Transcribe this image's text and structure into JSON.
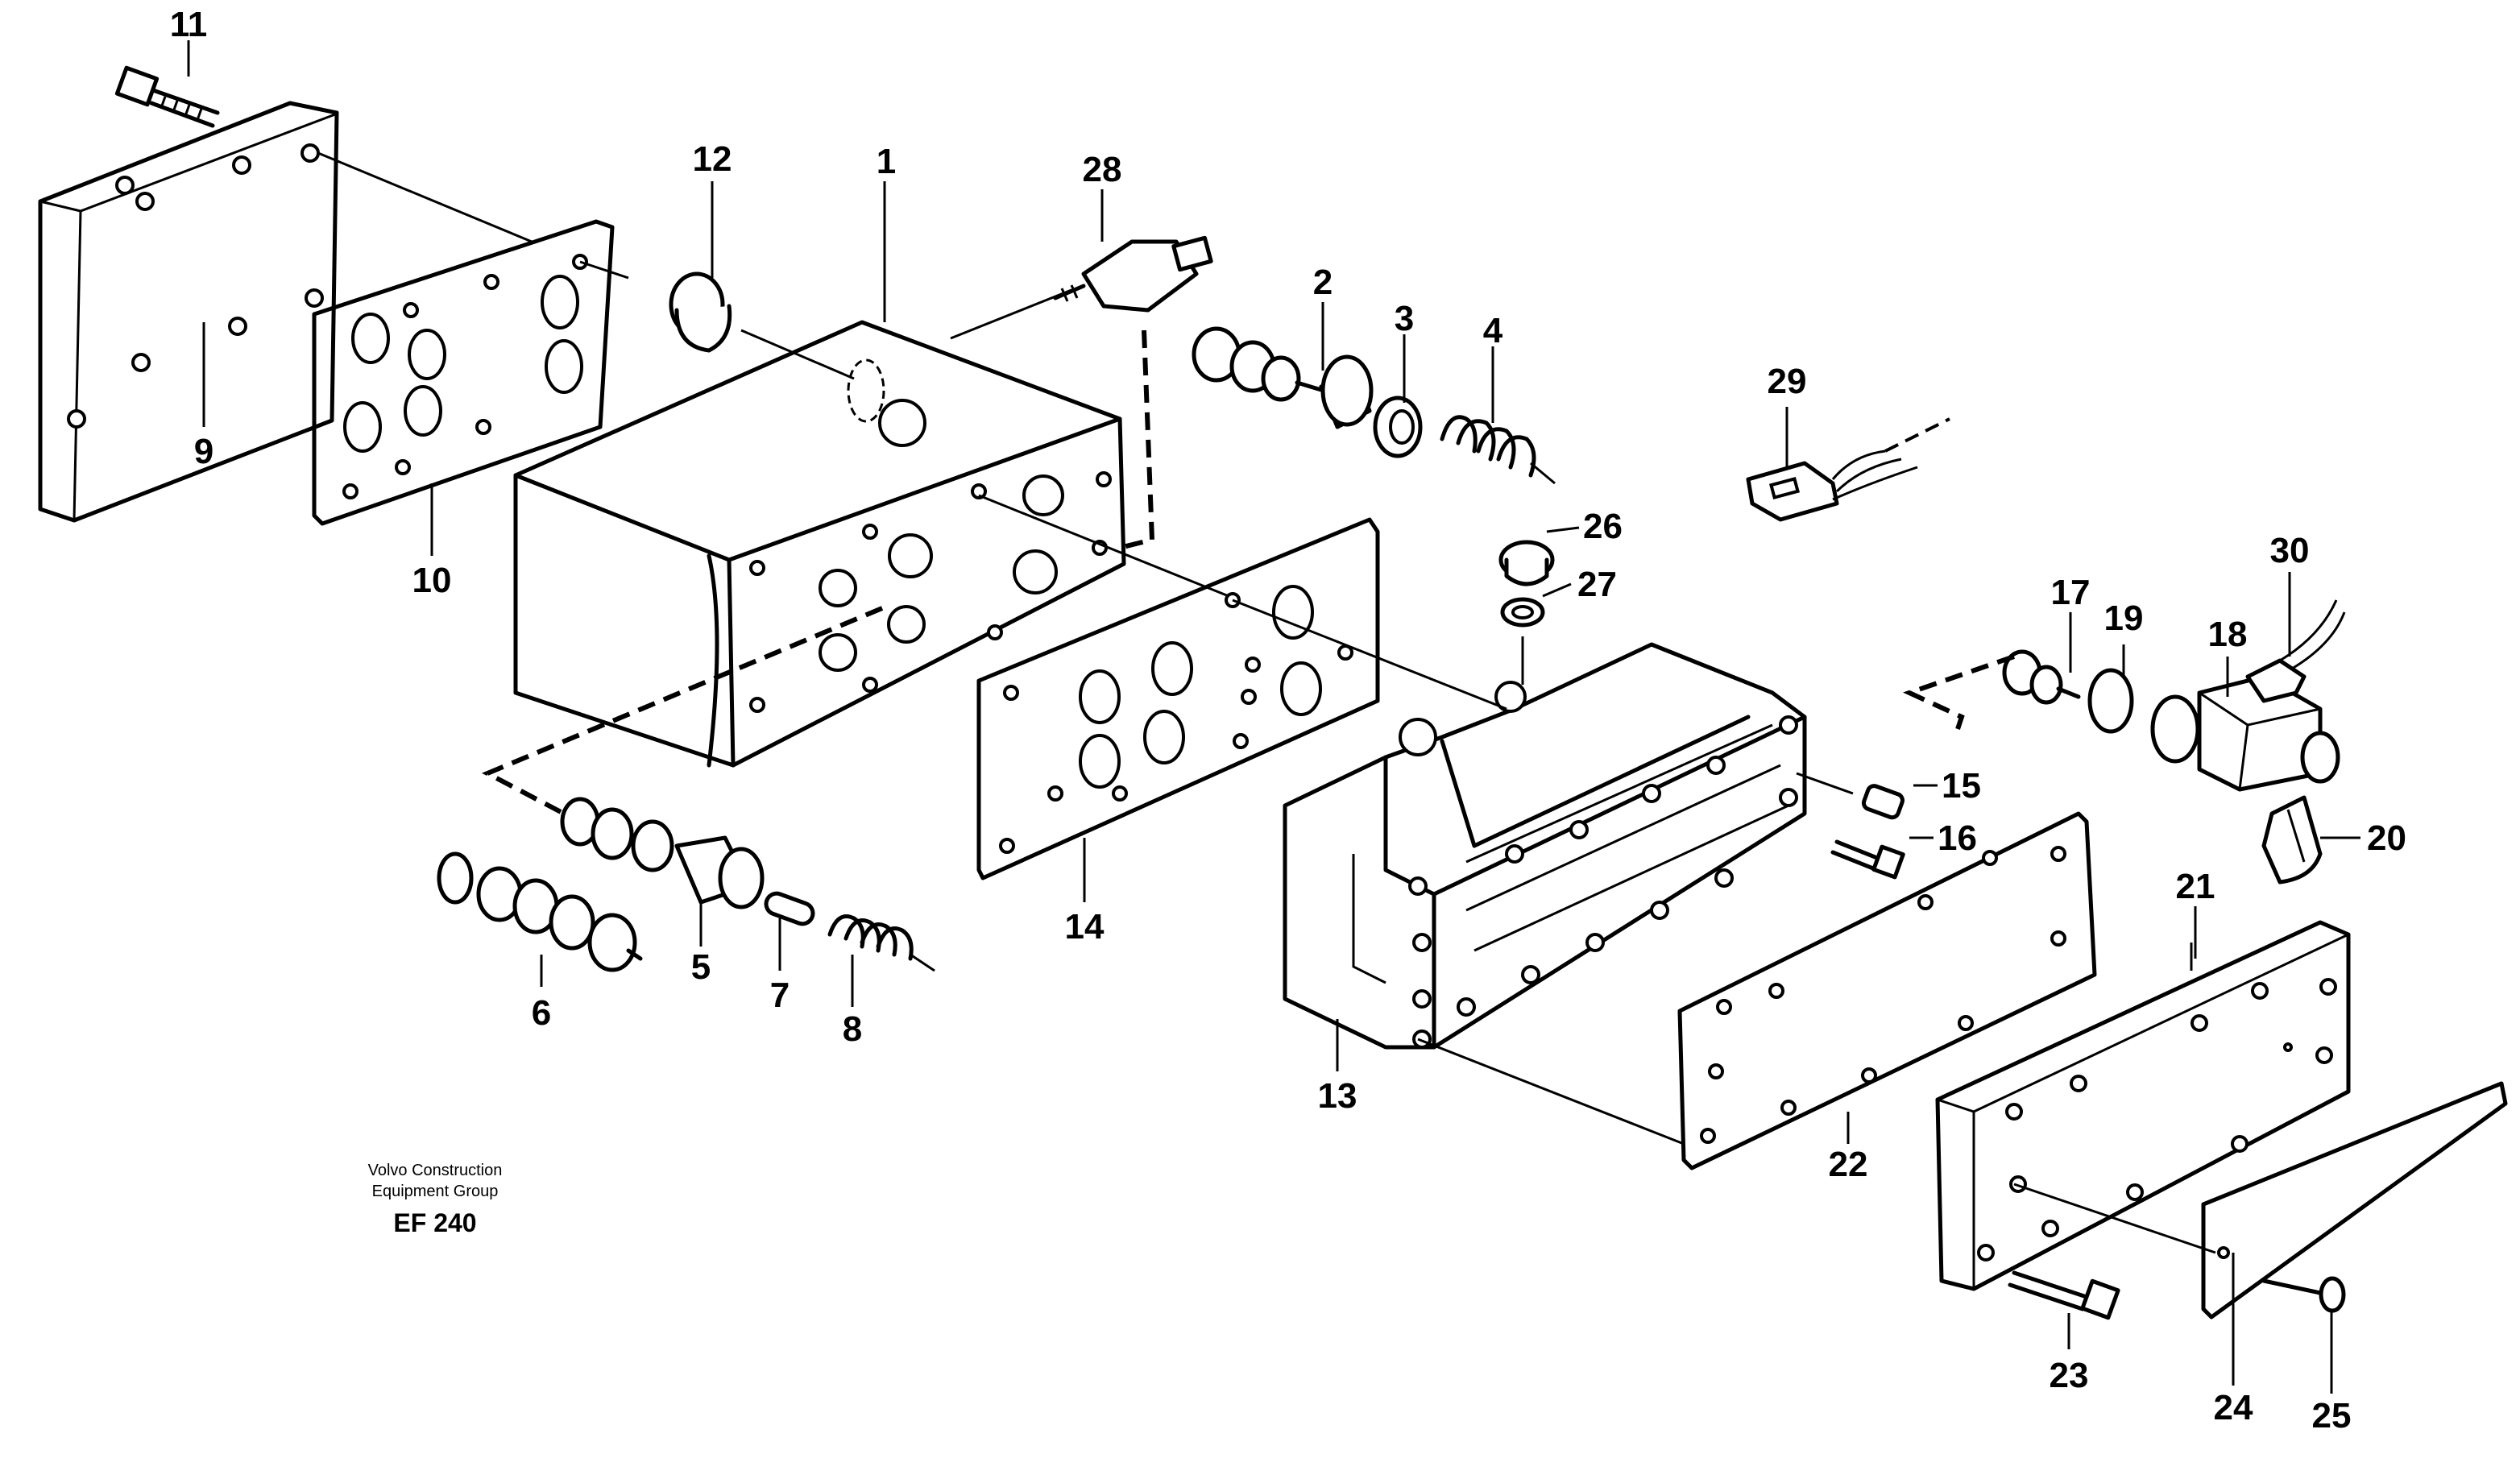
{
  "callouts": [
    "1",
    "2",
    "3",
    "4",
    "5",
    "6",
    "7",
    "8",
    "9",
    "10",
    "11",
    "12",
    "13",
    "14",
    "15",
    "16",
    "17",
    "18",
    "19",
    "20",
    "21",
    "22",
    "23",
    "24",
    "25",
    "26",
    "27",
    "28",
    "29",
    "30"
  ],
  "caption": {
    "line1": "Volvo Construction",
    "line2": "Equipment Group",
    "code": "EF 240"
  }
}
